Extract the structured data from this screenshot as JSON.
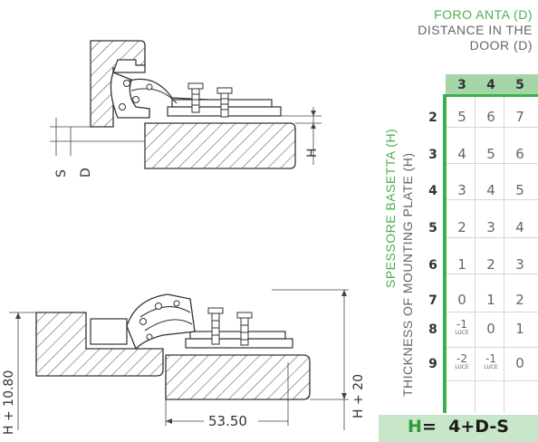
{
  "header": {
    "italian": "FORO ANTA (D)",
    "english_line1": "DISTANCE IN THE",
    "english_line2": "DOOR   (D)"
  },
  "table": {
    "columns": [
      "3",
      "4",
      "5"
    ],
    "rows": [
      {
        "h": "2",
        "values": [
          "5",
          "6",
          "7"
        ]
      },
      {
        "h": "3",
        "values": [
          "4",
          "5",
          "6"
        ]
      },
      {
        "h": "4",
        "values": [
          "3",
          "4",
          "5"
        ]
      },
      {
        "h": "5",
        "values": [
          "2",
          "3",
          "4"
        ]
      },
      {
        "h": "6",
        "values": [
          "1",
          "2",
          "3"
        ]
      },
      {
        "h": "7",
        "values": [
          "0",
          "1",
          "2"
        ]
      },
      {
        "h": "8",
        "values": [
          "-1",
          "0",
          "1"
        ]
      },
      {
        "h": "9",
        "values": [
          "-2",
          "-1",
          "0"
        ]
      }
    ],
    "luce_label": "LUCE",
    "vertical_it": "SPESSORE BASETTA (H)",
    "vertical_en": "THICKNESS OF MOUNTING PLATE (H)"
  },
  "formula": {
    "h": "H",
    "rest": "=  4+D-S"
  },
  "drawing": {
    "top_labels": {
      "s": "S",
      "d": "D",
      "h": "H"
    },
    "bottom_labels": {
      "h_plus_10_80": "H + 10.80",
      "h_plus_20": "H + 20",
      "width_53_50": "53.50"
    }
  },
  "colors": {
    "green": "#3db04b",
    "light_green": "#a5d6a7",
    "formula_bg": "#c8e6c9"
  }
}
